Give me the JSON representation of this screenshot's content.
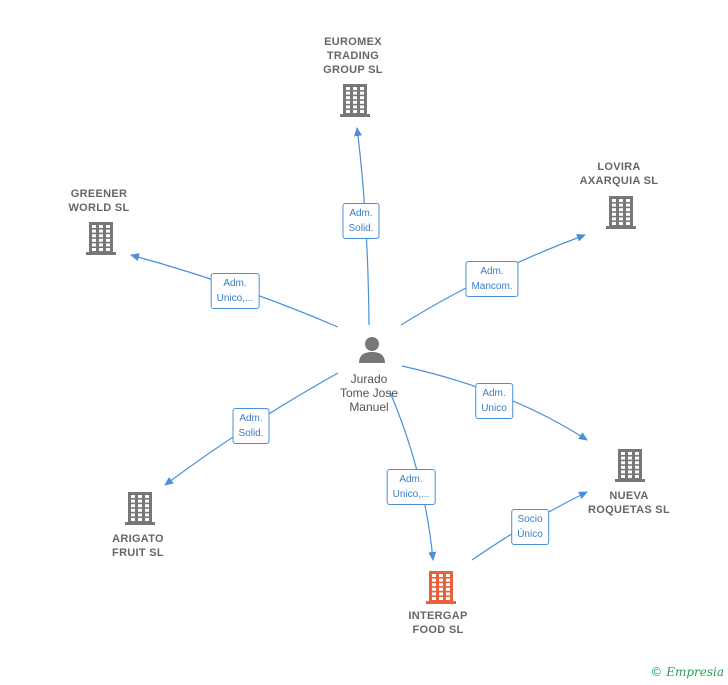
{
  "center": {
    "name": "Jurado\nTome Jose\nManuel",
    "icon": "person-icon"
  },
  "companies": [
    {
      "id": "euromex",
      "name": "EUROMEX\nTRADING\nGROUP  SL",
      "icon": "building-icon",
      "color": "#777777"
    },
    {
      "id": "lovira",
      "name": "LOVIRA\nAXARQUIA SL",
      "icon": "building-icon",
      "color": "#777777"
    },
    {
      "id": "greener",
      "name": "GREENER\nWORLD  SL",
      "icon": "building-icon",
      "color": "#777777"
    },
    {
      "id": "nueva",
      "name": "NUEVA\nROQUETAS SL",
      "icon": "building-icon",
      "color": "#777777"
    },
    {
      "id": "arigato",
      "name": "ARIGATO\nFRUIT  SL",
      "icon": "building-icon",
      "color": "#777777"
    },
    {
      "id": "intergap",
      "name": "INTERGAP\nFOOD  SL",
      "icon": "building-icon",
      "color": "#e8603c"
    }
  ],
  "relations": [
    {
      "from": "center",
      "to": "euromex",
      "label": "Adm.\nSolid."
    },
    {
      "from": "center",
      "to": "lovira",
      "label": "Adm.\nMancom."
    },
    {
      "from": "center",
      "to": "greener",
      "label": "Adm.\nUnico,..."
    },
    {
      "from": "center",
      "to": "nueva",
      "label": "Adm.\nUnico"
    },
    {
      "from": "center",
      "to": "arigato",
      "label": "Adm.\nSolid."
    },
    {
      "from": "center",
      "to": "intergap",
      "label": "Adm.\nUnico,..."
    },
    {
      "from": "intergap",
      "to": "nueva",
      "label": "Socio\nÚnico"
    }
  ],
  "colors": {
    "edge": "#4a90d9",
    "node": "#777777",
    "highlight": "#e8603c"
  },
  "footer": {
    "copyright": "©",
    "brand": "Empresia"
  }
}
